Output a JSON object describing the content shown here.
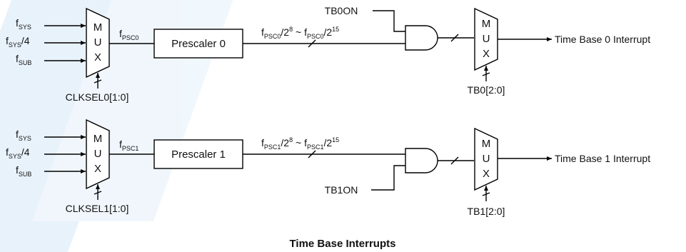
{
  "colors": {
    "line": "#000000",
    "watermark": "#cfe3f7",
    "text": "#111111"
  },
  "blocks": [
    {
      "inputs": [
        {
          "base": "f",
          "sub": "SYS",
          "suffix": ""
        },
        {
          "base": "f",
          "sub": "SYS",
          "suffix": "/4"
        },
        {
          "base": "f",
          "sub": "SUB",
          "suffix": ""
        }
      ],
      "mux_in_letters": [
        "M",
        "U",
        "X"
      ],
      "mux_in_select": "CLKSEL0[1:0]",
      "psc_label": {
        "base": "f",
        "sub": "PSC0"
      },
      "prescaler": "Prescaler 0",
      "range": {
        "base1": "f",
        "sub1": "PSC0",
        "mid1": "/2",
        "exp1": "8",
        "sep": " ~ ",
        "base2": "f",
        "sub2": "PSC0",
        "mid2": "/2",
        "exp2": "15"
      },
      "enable": "TB0ON",
      "mux_out_letters": [
        "M",
        "U",
        "X"
      ],
      "mux_out_select": "TB0[2:0]",
      "output": "Time Base 0 Interrupt"
    },
    {
      "inputs": [
        {
          "base": "f",
          "sub": "SYS",
          "suffix": ""
        },
        {
          "base": "f",
          "sub": "SYS",
          "suffix": "/4"
        },
        {
          "base": "f",
          "sub": "SUB",
          "suffix": ""
        }
      ],
      "mux_in_letters": [
        "M",
        "U",
        "X"
      ],
      "mux_in_select": "CLKSEL1[1:0]",
      "psc_label": {
        "base": "f",
        "sub": "PSC1"
      },
      "prescaler": "Prescaler 1",
      "range": {
        "base1": "f",
        "sub1": "PSC1",
        "mid1": "/2",
        "exp1": "8",
        "sep": " ~ ",
        "base2": "f",
        "sub2": "PSC1",
        "mid2": "/2",
        "exp2": "15"
      },
      "enable": "TB1ON",
      "mux_out_letters": [
        "M",
        "U",
        "X"
      ],
      "mux_out_select": "TB1[2:0]",
      "output": "Time Base 1 Interrupt"
    }
  ],
  "caption": "Time Base Interrupts"
}
